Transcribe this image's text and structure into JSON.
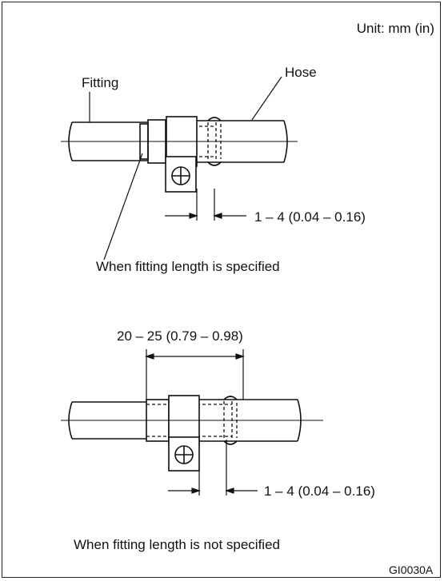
{
  "unit_label": "Unit: mm (in)",
  "top_diagram": {
    "fitting_label": "Fitting",
    "hose_label": "Hose",
    "dimension_label": "1 – 4 (0.04 – 0.16)",
    "caption": "When fitting length is specified"
  },
  "bottom_diagram": {
    "length_label": "20 – 25 (0.79 – 0.98)",
    "dimension_label": "1 – 4 (0.04 – 0.16)",
    "caption": "When fitting length is not specified"
  },
  "figure_code": "GI0030A"
}
